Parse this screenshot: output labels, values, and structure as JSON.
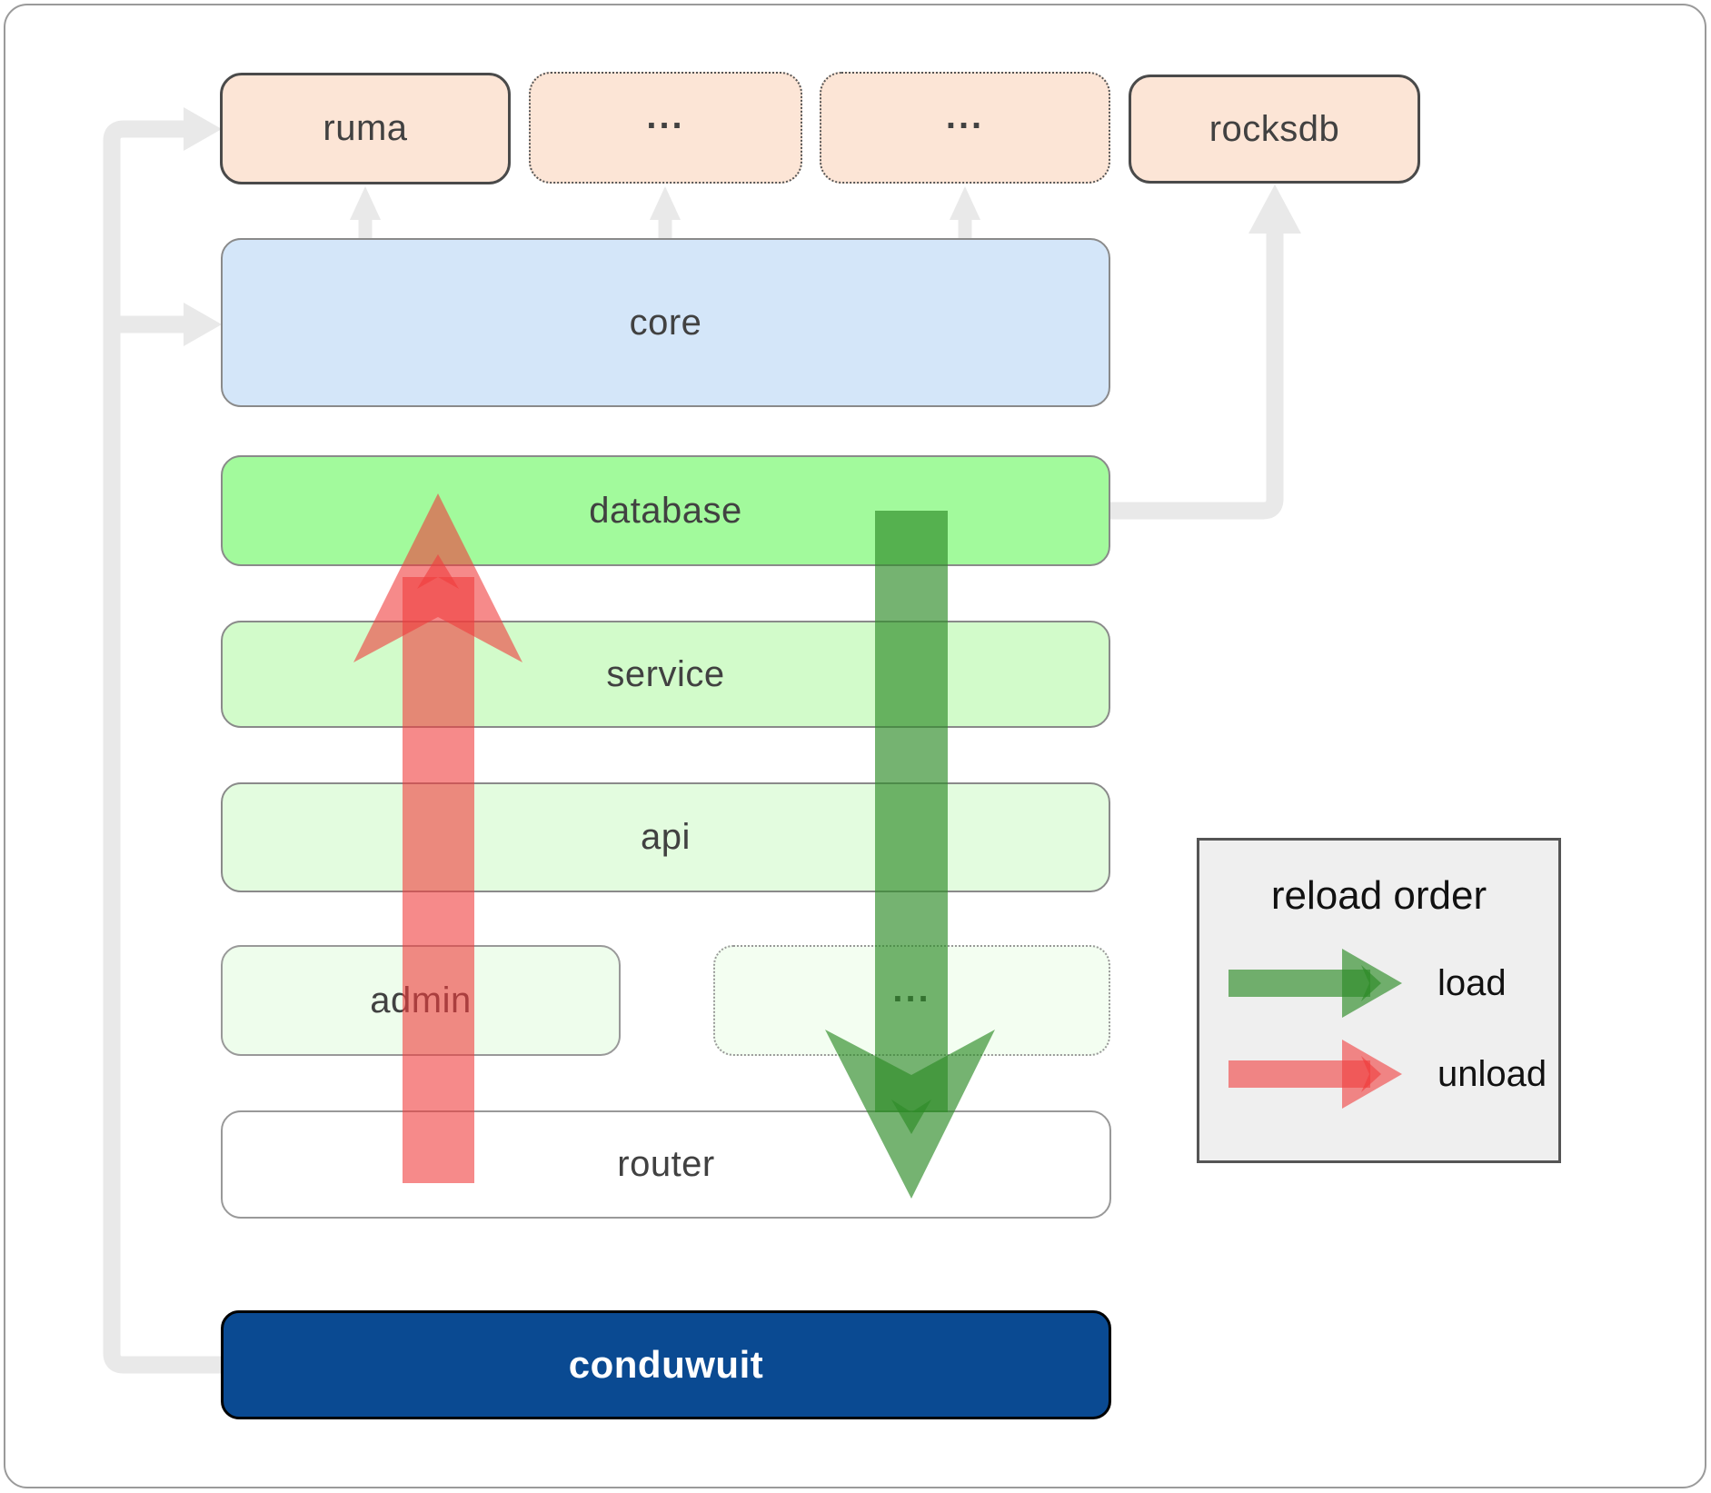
{
  "diagram": {
    "nodes": {
      "ruma": "ruma",
      "ellipsis_top_1": "...",
      "ellipsis_top_2": "...",
      "rocksdb": "rocksdb",
      "core": "core",
      "database": "database",
      "service": "service",
      "api": "api",
      "admin": "admin",
      "ellipsis_mid": "...",
      "router": "router",
      "conduwuit": "conduwuit"
    },
    "legend": {
      "title": "reload order",
      "load_label": "load",
      "unload_label": "unload"
    },
    "colors": {
      "load_arrow_green": "#2e8b28",
      "unload_arrow_red": "#f03c3c",
      "connector_grey": "#e9e9e9",
      "peach_fill": "#fce5d6",
      "core_fill": "#d4e6f9",
      "database_fill": "#a2fa9c",
      "service_fill": "#d2fbca",
      "api_fill": "#e3fcdf",
      "admin_fill": "#eefdec",
      "ellipsis_mid_fill": "#f3fef1",
      "conduwuit_fill": "#0a4a92",
      "legend_fill": "#efefef"
    }
  }
}
